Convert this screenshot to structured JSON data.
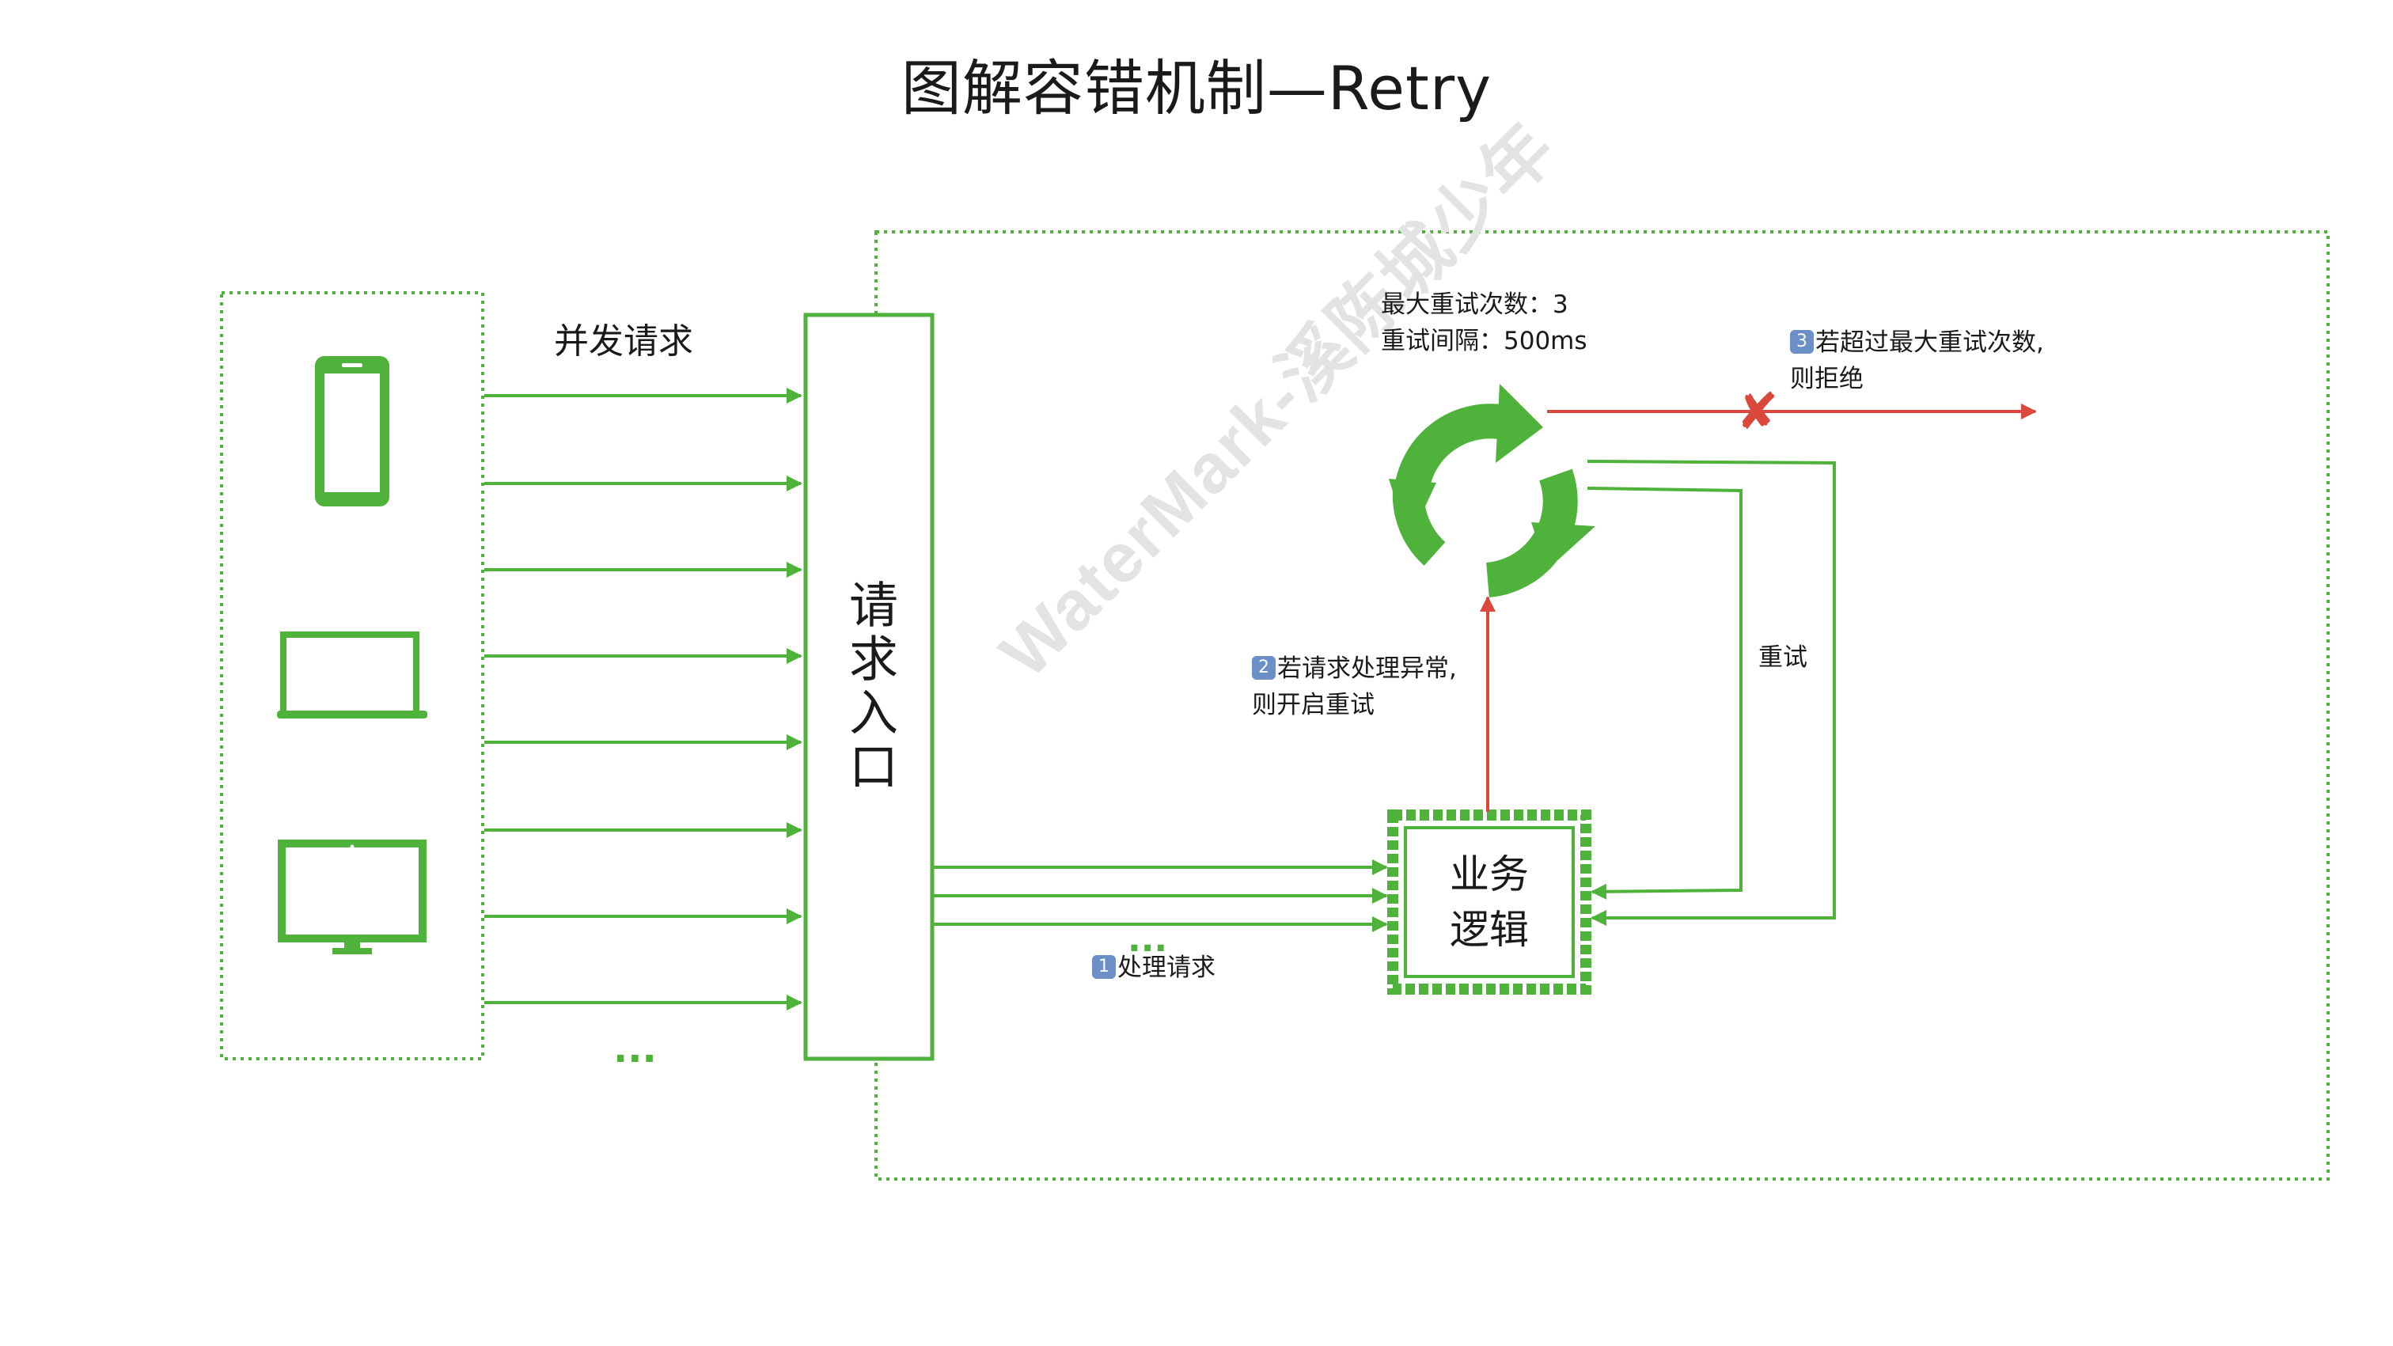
{
  "title": "图解容错机制—Retry",
  "watermark": "WaterMark-溪陈城少年",
  "clients": {
    "devices": [
      "phone-icon",
      "laptop-icon",
      "monitor-icon"
    ],
    "request_label": "并发请求",
    "ellipsis": "..."
  },
  "entry": {
    "label": "请求入口"
  },
  "process": {
    "badge": "1",
    "label": "处理请求",
    "ellipsis": "..."
  },
  "business": {
    "line1": "业务",
    "line2": "逻辑"
  },
  "retry_config": {
    "line1": "最大重试次数：3",
    "line2": "重试间隔：500ms"
  },
  "retry_start": {
    "badge": "2",
    "line1": "若请求处理异常,",
    "line2": "则开启重试"
  },
  "reject": {
    "badge": "3",
    "line1": "若超过最大重试次数,",
    "line2": "则拒绝",
    "mark": "✘"
  },
  "retry_label": "重试",
  "colors": {
    "green": "#4fb23a",
    "red": "#d9483b",
    "text": "#1a1a1a",
    "badge": "#6b8fc7"
  }
}
